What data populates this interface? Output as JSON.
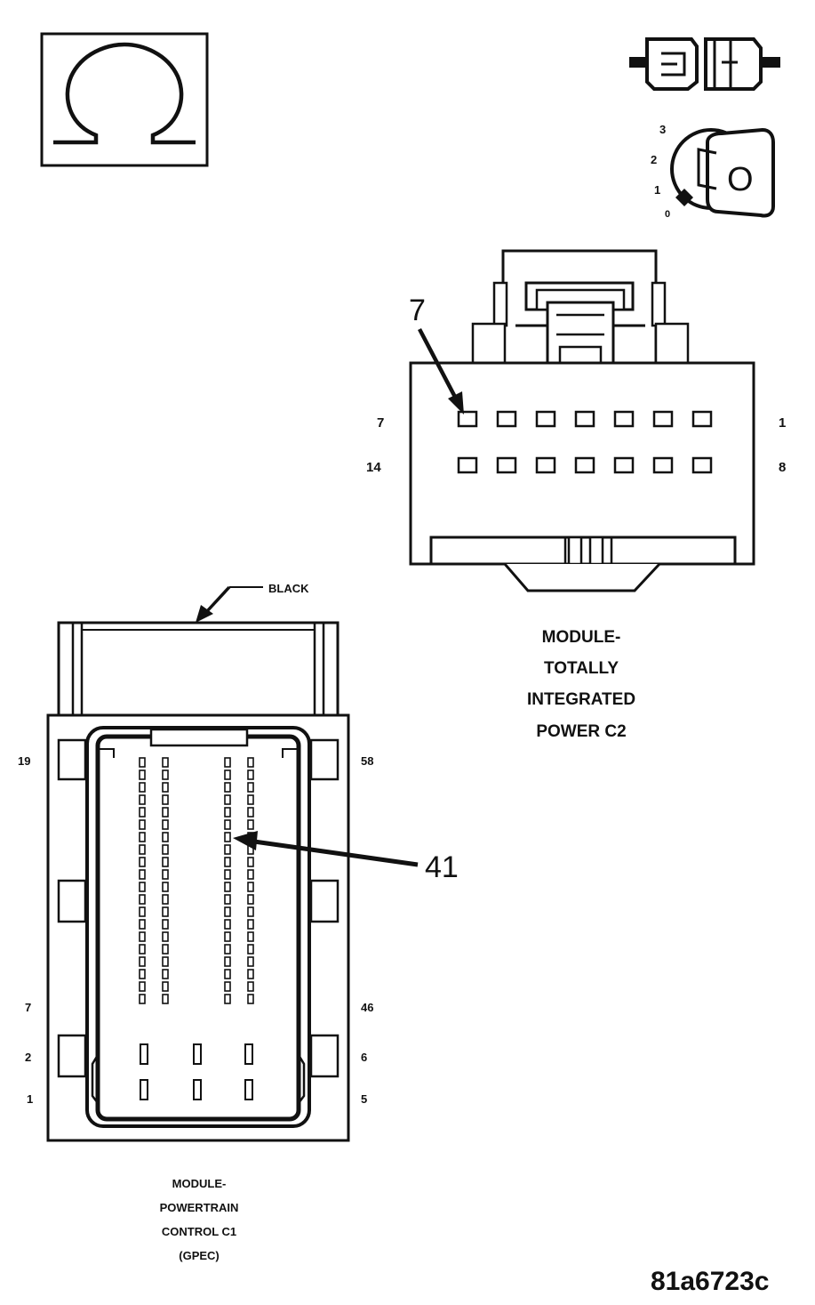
{
  "ohm_icon": {
    "icon": "ohmmeter-omega-icon",
    "symbol": "Ω"
  },
  "connector_icon": {
    "icon": "disconnected-connector-icon"
  },
  "ignition_icon": {
    "icon": "ignition-key-icon",
    "positions": [
      "3",
      "2",
      "1",
      "0"
    ],
    "key_glyph": "O"
  },
  "c2": {
    "callout": "7",
    "top_left_pin": "7",
    "top_right_pin": "1",
    "bottom_left_pin": "14",
    "bottom_right_pin": "8",
    "title_lines": [
      "MODULE-",
      "TOTALLY",
      "INTEGRATED",
      "POWER C2"
    ]
  },
  "c1": {
    "wire_color": "BLACK",
    "callout": "41",
    "left_pins": [
      "19",
      "7",
      "2",
      "1"
    ],
    "right_pins": [
      "58",
      "46",
      "6",
      "5"
    ],
    "title_lines": [
      "MODULE-",
      "POWERTRAIN",
      "CONTROL C1",
      "(GPEC)"
    ]
  },
  "figure_id": "81a6723c"
}
